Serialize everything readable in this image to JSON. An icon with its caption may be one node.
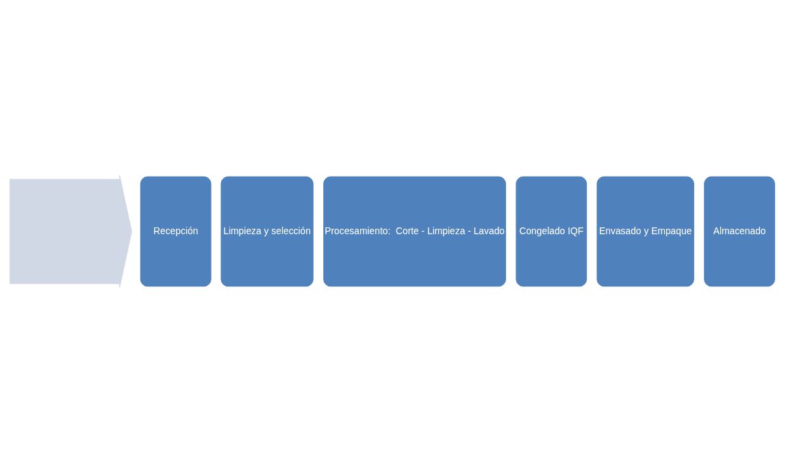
{
  "diagram": {
    "nodes": [
      {
        "text": [],
        "shape": "arrow"
      },
      {
        "text": [
          "Recepción"
        ]
      },
      {
        "text": [
          "Limpieza y selección"
        ]
      },
      {
        "text": [
          "Procesamiento:  Corte - Limpieza - Lavado"
        ]
      },
      {
        "text": [
          "Congelado IQF"
        ]
      },
      {
        "text": [
          "Envasado y Empaque"
        ]
      },
      {
        "text": [
          "Almacenado"
        ]
      }
    ],
    "edges": []
  }
}
